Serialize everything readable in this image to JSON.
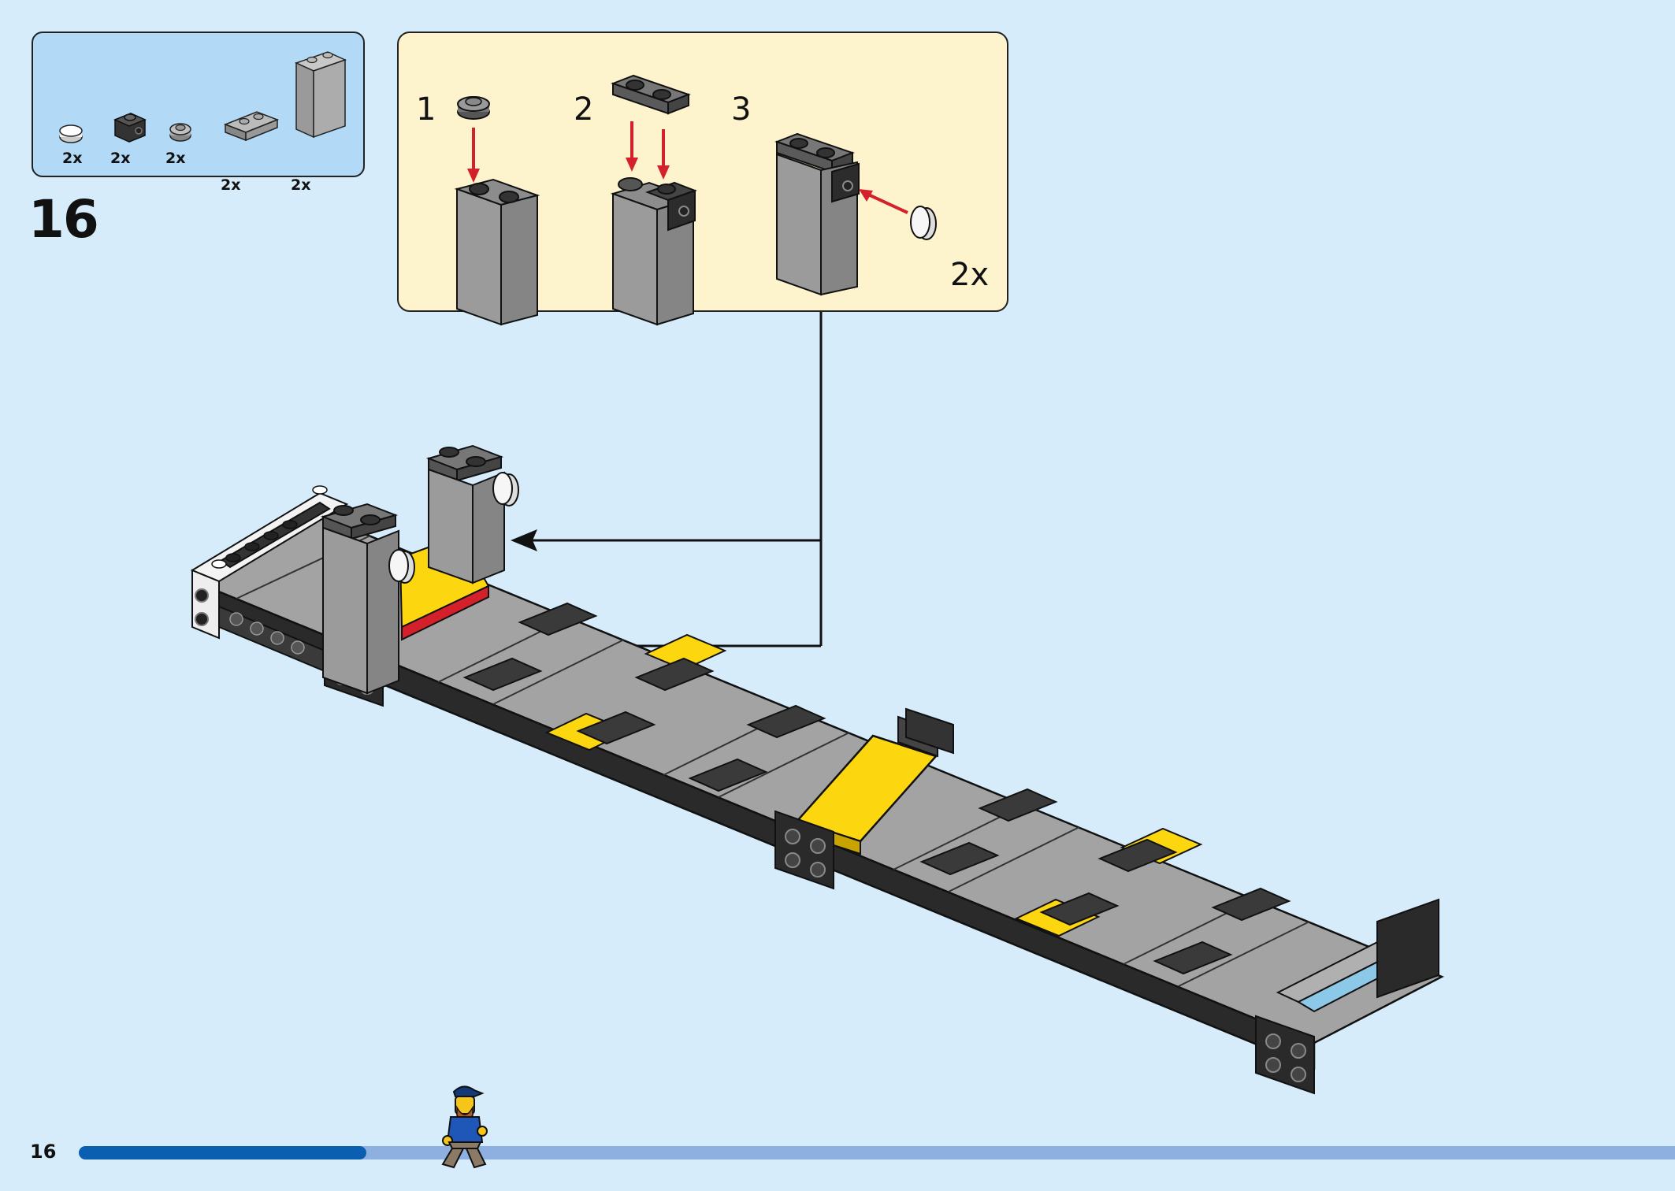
{
  "page": {
    "number": "16",
    "progress_percent": 18
  },
  "step": {
    "number": "16"
  },
  "parts_list": [
    {
      "icon": "round-plate-1x1-white-icon",
      "qty": "2x"
    },
    {
      "icon": "bracket-plate-1x1-black-icon",
      "qty": "2x"
    },
    {
      "icon": "round-plate-1x1-gray-icon",
      "qty": "2x"
    },
    {
      "icon": "plate-1x2-gray-icon",
      "qty": "2x"
    },
    {
      "icon": "brick-1x2x3-gray-icon",
      "qty": "2x"
    }
  ],
  "callout": {
    "substeps": [
      {
        "number": "1",
        "icon": "substep-1-assembly-icon"
      },
      {
        "number": "2",
        "icon": "substep-2-assembly-icon"
      },
      {
        "number": "3",
        "icon": "substep-3-assembly-icon"
      }
    ],
    "multiplier": "2x"
  },
  "colors": {
    "background": "#d6ecfb",
    "parts_box": "#b2d9f5",
    "callout_box": "#fdf3cd",
    "arrow_red": "#d4202a",
    "brick_gray": "#a0a0a0",
    "dark_gray": "#3a3a3a",
    "yellow": "#fcd60e",
    "progress_fill": "#0b5fb0",
    "progress_track": "#8eb0e0"
  }
}
